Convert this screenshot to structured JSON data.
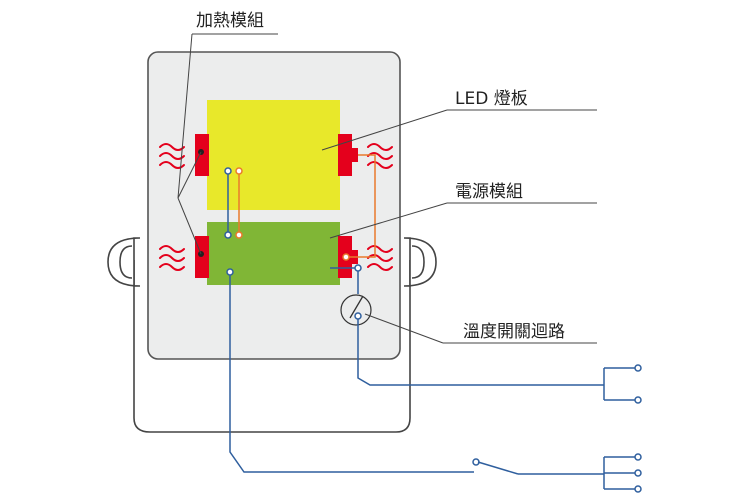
{
  "labels": {
    "heating_module": "加熱模組",
    "led_board": "LED 燈板",
    "power_module": "電源模組",
    "temp_switch_circuit": "溫度開關迴路"
  },
  "colors": {
    "housing_fill": "#eceded",
    "housing_stroke": "#555555",
    "led_board": "#e8e82a",
    "power_module": "#80b636",
    "heater_red": "#e4001c",
    "heater_dark": "#b00014",
    "heat_wave": "#e4001c",
    "wire_blue": "#2f5f9e",
    "wire_orange": "#ea7a2c",
    "leader_line": "#444444",
    "bracket": "#444444"
  },
  "icons": {
    "heat": "heat-wave-icon",
    "switch": "thermal-switch-icon",
    "terminal": "terminal-circle-icon"
  }
}
